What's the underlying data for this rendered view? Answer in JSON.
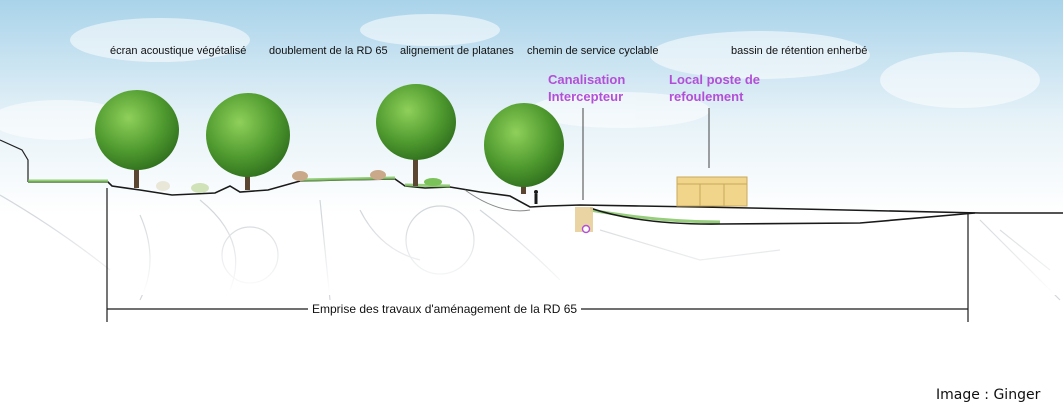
{
  "labels": {
    "ecran": "écran acoustique végétalisé",
    "doublement": "doublement de la RD 65",
    "alignement": "alignement de platanes",
    "chemin": "chemin de service cyclable",
    "bassin": "bassin de rétention enherbé"
  },
  "callouts": {
    "canalisation_line1": "Canalisation",
    "canalisation_line2": "Intercepteur",
    "local_line1": "Local poste de",
    "local_line2": "refoulement",
    "color": "#b34fd6"
  },
  "dimension": {
    "label": "Emprise des travaux d'aménagement de la RD 65"
  },
  "credit": "Image : Ginger",
  "colors": {
    "sky_top": "#a9d3ea",
    "sky_bottom": "#ffffff",
    "tree_foliage": "#4f9a2f",
    "grass": "#7cc25a",
    "building": "#f0d58a"
  }
}
